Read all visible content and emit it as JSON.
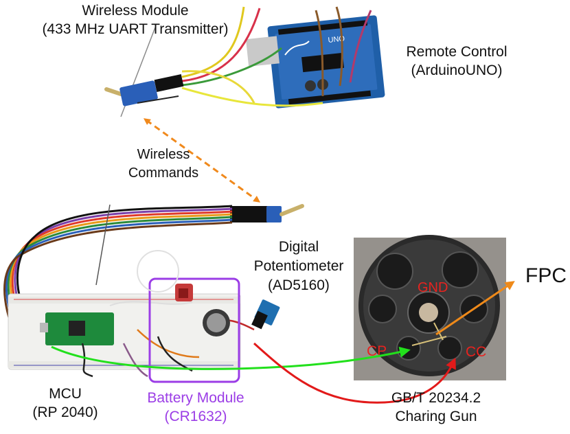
{
  "labels": {
    "wireless_module": {
      "line1": "Wireless Module",
      "line2": "(433 MHz UART Transmitter)"
    },
    "remote_control": {
      "line1": "Remote Control",
      "line2": "(ArduinoUNO)"
    },
    "wireless_commands": {
      "line1": "Wireless",
      "line2": "Commands"
    },
    "digital_potentiometer": {
      "line1": "Digital",
      "line2": "Potentiometer",
      "line3": "(AD5160)"
    },
    "fpc": "FPC",
    "mcu": {
      "line1": "MCU",
      "line2": "(RP 2040)"
    },
    "battery_module": {
      "line1": "Battery Module",
      "line2": "(CR1632)"
    },
    "charging_gun": {
      "line1": "GB/T 20234.2",
      "line2": "Charing Gun"
    }
  },
  "pin_labels": {
    "gnd": "GND",
    "cp": "CP",
    "cc": "CC"
  },
  "board_text": {
    "uno": "UNO"
  },
  "colors": {
    "wireless_arrow": "#f0891c",
    "fpc_arrow": "#ef8a1a",
    "cp_arrow": "#22e01c",
    "cc_arrow": "#e21a1a",
    "battery_box": "#9b3de6",
    "battery_text": "#9b3de6",
    "pin_text": "#e8231f",
    "arduino_board": "#1f5fa8",
    "pcb_blue": "#2a5fb8",
    "mcu_board": "#1e8a3c"
  }
}
